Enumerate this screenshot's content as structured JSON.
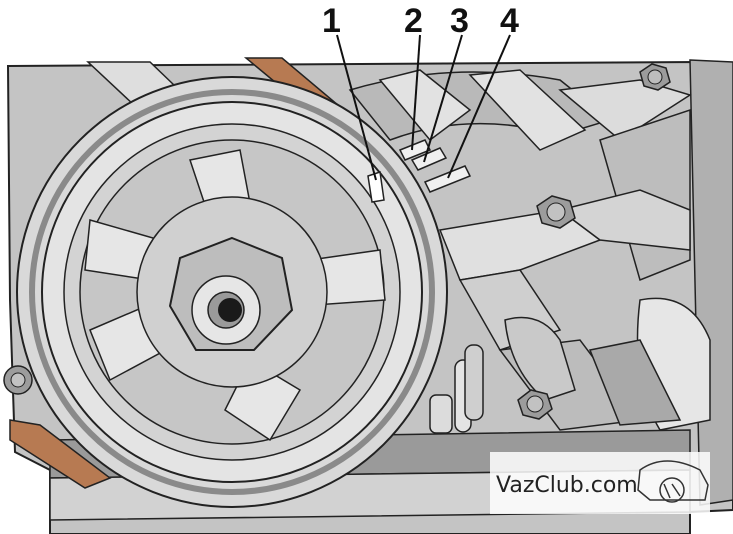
{
  "callouts": [
    {
      "id": "1",
      "label": "1"
    },
    {
      "id": "2",
      "label": "2"
    },
    {
      "id": "3",
      "label": "3"
    },
    {
      "id": "4",
      "label": "4"
    }
  ],
  "watermark": {
    "text": "VazClub.com"
  },
  "colors": {
    "engine_block": "#c8c8c8",
    "casting_dark": "#8a8a8a",
    "pulley_face": "#d6d6d6",
    "belt": "#b77a52",
    "outline": "#222222",
    "background": "#ffffff"
  }
}
